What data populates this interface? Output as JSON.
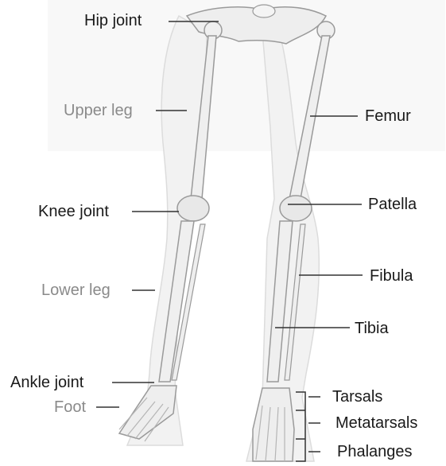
{
  "labels": {
    "hip_joint": "Hip joint",
    "upper_leg": "Upper leg",
    "knee_joint": "Knee joint",
    "lower_leg": "Lower leg",
    "ankle_joint": "Ankle joint",
    "foot": "Foot",
    "femur": "Femur",
    "patella": "Patella",
    "fibula": "Fibula",
    "tibia": "Tibia",
    "tarsals": "Tarsals",
    "metatarsals": "Metatarsals",
    "phalanges": "Phalanges"
  },
  "colors": {
    "region_label": "#8a8a8a",
    "bone_label": "#1a1a1a",
    "bone_fill": "#efefef",
    "bone_stroke": "#9a9a9a",
    "skin_fill": "#f3f3f3"
  }
}
